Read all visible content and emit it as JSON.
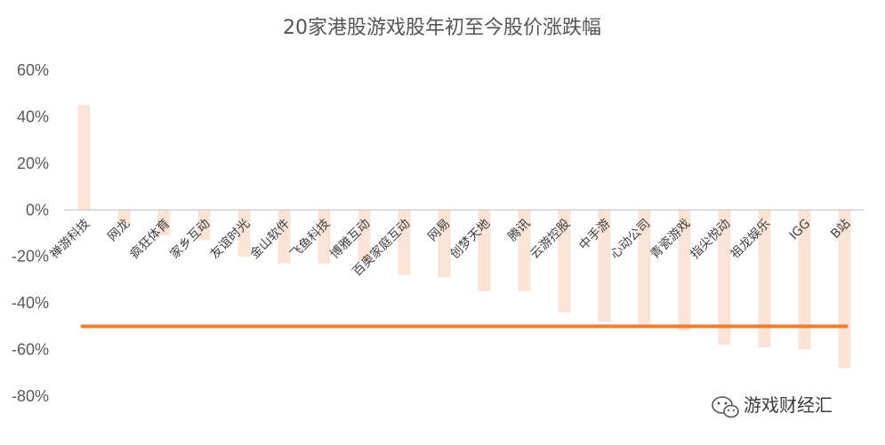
{
  "chart_data": {
    "type": "bar",
    "title": "20家港股游戏股年初至今股价涨跌幅",
    "xlabel": "",
    "ylabel": "",
    "categories": [
      "禅游科技",
      "网龙",
      "疯狂体育",
      "家乡互动",
      "友谊时光",
      "金山软件",
      "飞鱼科技",
      "博雅互动",
      "百奥家庭互动",
      "网易",
      "创梦天地",
      "腾讯",
      "云游控股",
      "中手游",
      "心动公司",
      "青瓷游戏",
      "指尖悦动",
      "祖龙娱乐",
      "IGG",
      "B站"
    ],
    "series": [
      {
        "values": [
          45,
          -6,
          -11,
          -13,
          -20,
          -23,
          -23,
          -22,
          -28,
          -29,
          -35,
          -35,
          -44,
          -48,
          -49,
          -52,
          -58,
          -59,
          -60,
          -68
        ]
      }
    ],
    "reference_line": {
      "value": -50
    },
    "ylim": [
      -80,
      60
    ],
    "yticks": [
      60,
      40,
      20,
      0,
      -20,
      -40,
      -60,
      -80
    ],
    "ytick_labels": [
      "60%",
      "40%",
      "20%",
      "0%",
      "-20%",
      "-40%",
      "-60%",
      "-80%"
    ],
    "grid": false,
    "legend": "none",
    "colors": {
      "bar": "#fbe3d5",
      "reference_line": "#ed7d31",
      "axis": "#bfbfbf"
    }
  },
  "watermark": {
    "text": "游戏财经汇",
    "icon": "wechat-icon"
  }
}
